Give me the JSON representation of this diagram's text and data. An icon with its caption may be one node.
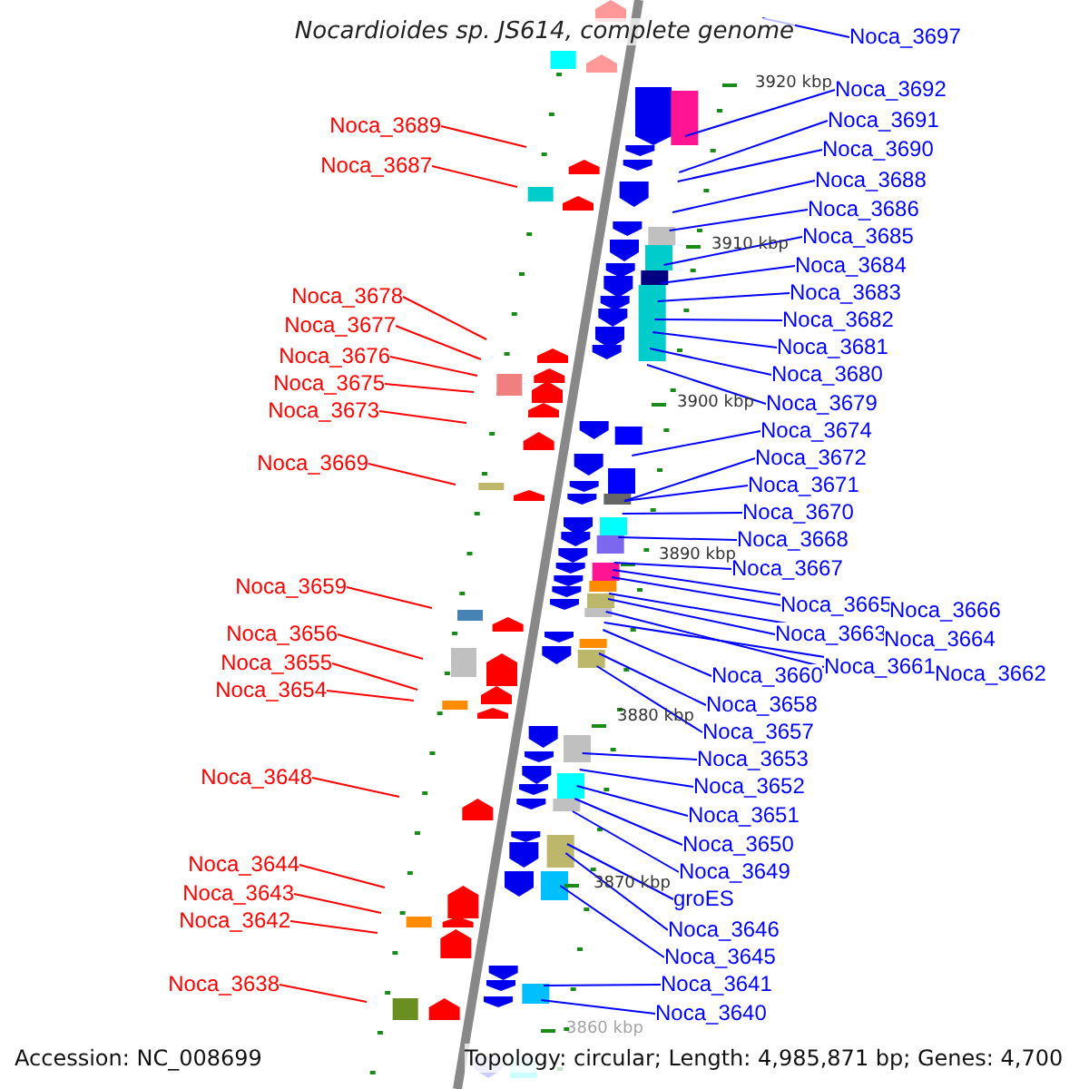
{
  "diagram": {
    "title": "Nocardioides sp. JS614, complete genome",
    "nodes": [
      {
        "text": [
          "Noca_3697"
        ]
      },
      {
        "text": [
          "Noca_3692"
        ]
      },
      {
        "text": [
          "Noca_3691"
        ]
      },
      {
        "text": [
          "Noca_3689"
        ]
      },
      {
        "text": [
          "Noca_3690"
        ]
      },
      {
        "text": [
          "Noca_3687"
        ]
      },
      {
        "text": [
          "Noca_3688"
        ]
      },
      {
        "text": [
          "Noca_3686"
        ]
      },
      {
        "text": [
          "Noca_3685"
        ]
      },
      {
        "text": [
          "Noca_3684"
        ]
      },
      {
        "text": [
          "Noca_3683"
        ]
      },
      {
        "text": [
          "Noca_3678"
        ]
      },
      {
        "text": [
          "Noca_3682"
        ]
      },
      {
        "text": [
          "Noca_3677"
        ]
      },
      {
        "text": [
          "Noca_3681"
        ]
      },
      {
        "text": [
          "Noca_3676"
        ]
      },
      {
        "text": [
          "Noca_3680"
        ]
      },
      {
        "text": [
          "Noca_3675"
        ]
      },
      {
        "text": [
          "Noca_3679"
        ]
      },
      {
        "text": [
          "Noca_3673"
        ]
      },
      {
        "text": [
          "Noca_3674"
        ]
      },
      {
        "text": [
          "Noca_3672"
        ]
      },
      {
        "text": [
          "Noca_3669"
        ]
      },
      {
        "text": [
          "Noca_3671"
        ]
      },
      {
        "text": [
          "Noca_3670"
        ]
      },
      {
        "text": [
          "Noca_3668"
        ]
      },
      {
        "text": [
          "Noca_3667"
        ]
      },
      {
        "text": [
          "Noca_3659"
        ]
      },
      {
        "text": [
          "Noca_3665"
        ]
      },
      {
        "text": [
          "Noca_3666"
        ]
      },
      {
        "text": [
          "Noca_3663"
        ]
      },
      {
        "text": [
          "Noca_3656"
        ]
      },
      {
        "text": [
          "Noca_3664"
        ]
      },
      {
        "text": [
          "Noca_3655"
        ]
      },
      {
        "text": [
          "Noca_3661"
        ]
      },
      {
        "text": [
          "Noca_3662"
        ]
      },
      {
        "text": [
          "Noca_3660"
        ]
      },
      {
        "text": [
          "Noca_3654"
        ]
      },
      {
        "text": [
          "Noca_3658"
        ]
      },
      {
        "text": [
          "Noca_3657"
        ]
      },
      {
        "text": [
          "Noca_3653"
        ]
      },
      {
        "text": [
          "Noca_3648"
        ]
      },
      {
        "text": [
          "Noca_3652"
        ]
      },
      {
        "text": [
          "Noca_3651"
        ]
      },
      {
        "text": [
          "Noca_3650"
        ]
      },
      {
        "text": [
          "Noca_3644"
        ]
      },
      {
        "text": [
          "Noca_3649"
        ]
      },
      {
        "text": [
          "Noca_3643"
        ]
      },
      {
        "text": [
          "groES"
        ]
      },
      {
        "text": [
          "Noca_3642"
        ]
      },
      {
        "text": [
          "Noca_3646"
        ]
      },
      {
        "text": [
          "Noca_3645"
        ]
      },
      {
        "text": [
          "Noca_3638"
        ]
      },
      {
        "text": [
          "Noca_3641"
        ]
      },
      {
        "text": [
          "Noca_3640"
        ]
      }
    ],
    "edges": [
      {
        "from": 0,
        "to": null,
        "arrow": "none"
      },
      {
        "from": 1,
        "to": null,
        "arrow": "none"
      },
      {
        "from": 2,
        "to": null,
        "arrow": "none"
      },
      {
        "from": 3,
        "to": null,
        "arrow": "none",
        "color": "#ff0000"
      },
      {
        "from": 4,
        "to": null,
        "arrow": "none"
      },
      {
        "from": 5,
        "to": null,
        "arrow": "none",
        "color": "#ff0000"
      },
      {
        "from": 6,
        "to": null,
        "arrow": "none"
      },
      {
        "from": 7,
        "to": null,
        "arrow": "none"
      },
      {
        "from": 8,
        "to": null,
        "arrow": "none"
      },
      {
        "from": 9,
        "to": null,
        "arrow": "none"
      },
      {
        "from": 10,
        "to": null,
        "arrow": "none"
      },
      {
        "from": 11,
        "to": null,
        "arrow": "none",
        "color": "#ff0000"
      },
      {
        "from": 12,
        "to": null,
        "arrow": "none"
      },
      {
        "from": 13,
        "to": null,
        "arrow": "none",
        "color": "#ff0000"
      },
      {
        "from": 14,
        "to": null,
        "arrow": "none"
      },
      {
        "from": 15,
        "to": null,
        "arrow": "none",
        "color": "#ff0000"
      },
      {
        "from": 16,
        "to": null,
        "arrow": "none"
      },
      {
        "from": 17,
        "to": null,
        "arrow": "none",
        "color": "#ff0000"
      },
      {
        "from": 18,
        "to": null,
        "arrow": "none"
      },
      {
        "from": 19,
        "to": null,
        "arrow": "none",
        "color": "#ff0000"
      },
      {
        "from": 20,
        "to": null,
        "arrow": "none"
      },
      {
        "from": 21,
        "to": null,
        "arrow": "none"
      },
      {
        "from": 22,
        "to": null,
        "arrow": "none",
        "color": "#ff0000"
      },
      {
        "from": 23,
        "to": null,
        "arrow": "none"
      },
      {
        "from": 24,
        "to": null,
        "arrow": "none"
      },
      {
        "from": 25,
        "to": null,
        "arrow": "none"
      },
      {
        "from": 26,
        "to": null,
        "arrow": "none"
      },
      {
        "from": 27,
        "to": null,
        "arrow": "none",
        "color": "#ff0000"
      },
      {
        "from": 28,
        "to": null,
        "arrow": "none"
      },
      {
        "from": 29,
        "to": null,
        "arrow": "none"
      },
      {
        "from": 30,
        "to": null,
        "arrow": "none"
      },
      {
        "from": 31,
        "to": null,
        "arrow": "none",
        "color": "#ff0000"
      },
      {
        "from": 32,
        "to": null,
        "arrow": "none"
      },
      {
        "from": 33,
        "to": null,
        "arrow": "none",
        "color": "#ff0000"
      },
      {
        "from": 34,
        "to": null,
        "arrow": "none"
      },
      {
        "from": 35,
        "to": null,
        "arrow": "none"
      },
      {
        "from": 36,
        "to": null,
        "arrow": "none"
      },
      {
        "from": 37,
        "to": null,
        "arrow": "none",
        "color": "#ff0000"
      },
      {
        "from": 38,
        "to": null,
        "arrow": "none"
      },
      {
        "from": 39,
        "to": null,
        "arrow": "none"
      },
      {
        "from": 40,
        "to": null,
        "arrow": "none"
      },
      {
        "from": 41,
        "to": null,
        "arrow": "none",
        "color": "#ff0000"
      },
      {
        "from": 42,
        "to": null,
        "arrow": "none"
      },
      {
        "from": 43,
        "to": null,
        "arrow": "none"
      },
      {
        "from": 44,
        "to": null,
        "arrow": "none"
      },
      {
        "from": 45,
        "to": null,
        "arrow": "none",
        "color": "#ff0000"
      },
      {
        "from": 46,
        "to": null,
        "arrow": "none"
      },
      {
        "from": 47,
        "to": null,
        "arrow": "none",
        "color": "#ff0000"
      },
      {
        "from": 48,
        "to": null,
        "arrow": "none"
      },
      {
        "from": 49,
        "to": null,
        "arrow": "none",
        "color": "#ff0000"
      },
      {
        "from": 50,
        "to": null,
        "arrow": "none"
      },
      {
        "from": 51,
        "to": null,
        "arrow": "none"
      },
      {
        "from": 52,
        "to": null,
        "arrow": "none",
        "color": "#ff0000"
      },
      {
        "from": 53,
        "to": null,
        "arrow": "none"
      },
      {
        "from": 54,
        "to": null,
        "arrow": "none"
      }
    ],
    "labels": [
      "3920 kbp",
      "3910 kbp",
      "3900 kbp",
      "3890 kbp",
      "3880 kbp",
      "3870 kbp",
      "3860 kbp",
      "Accession: NC_008699",
      "Topology: circular; Length: 4,985,871 bp; Genes: 4,700"
    ]
  }
}
